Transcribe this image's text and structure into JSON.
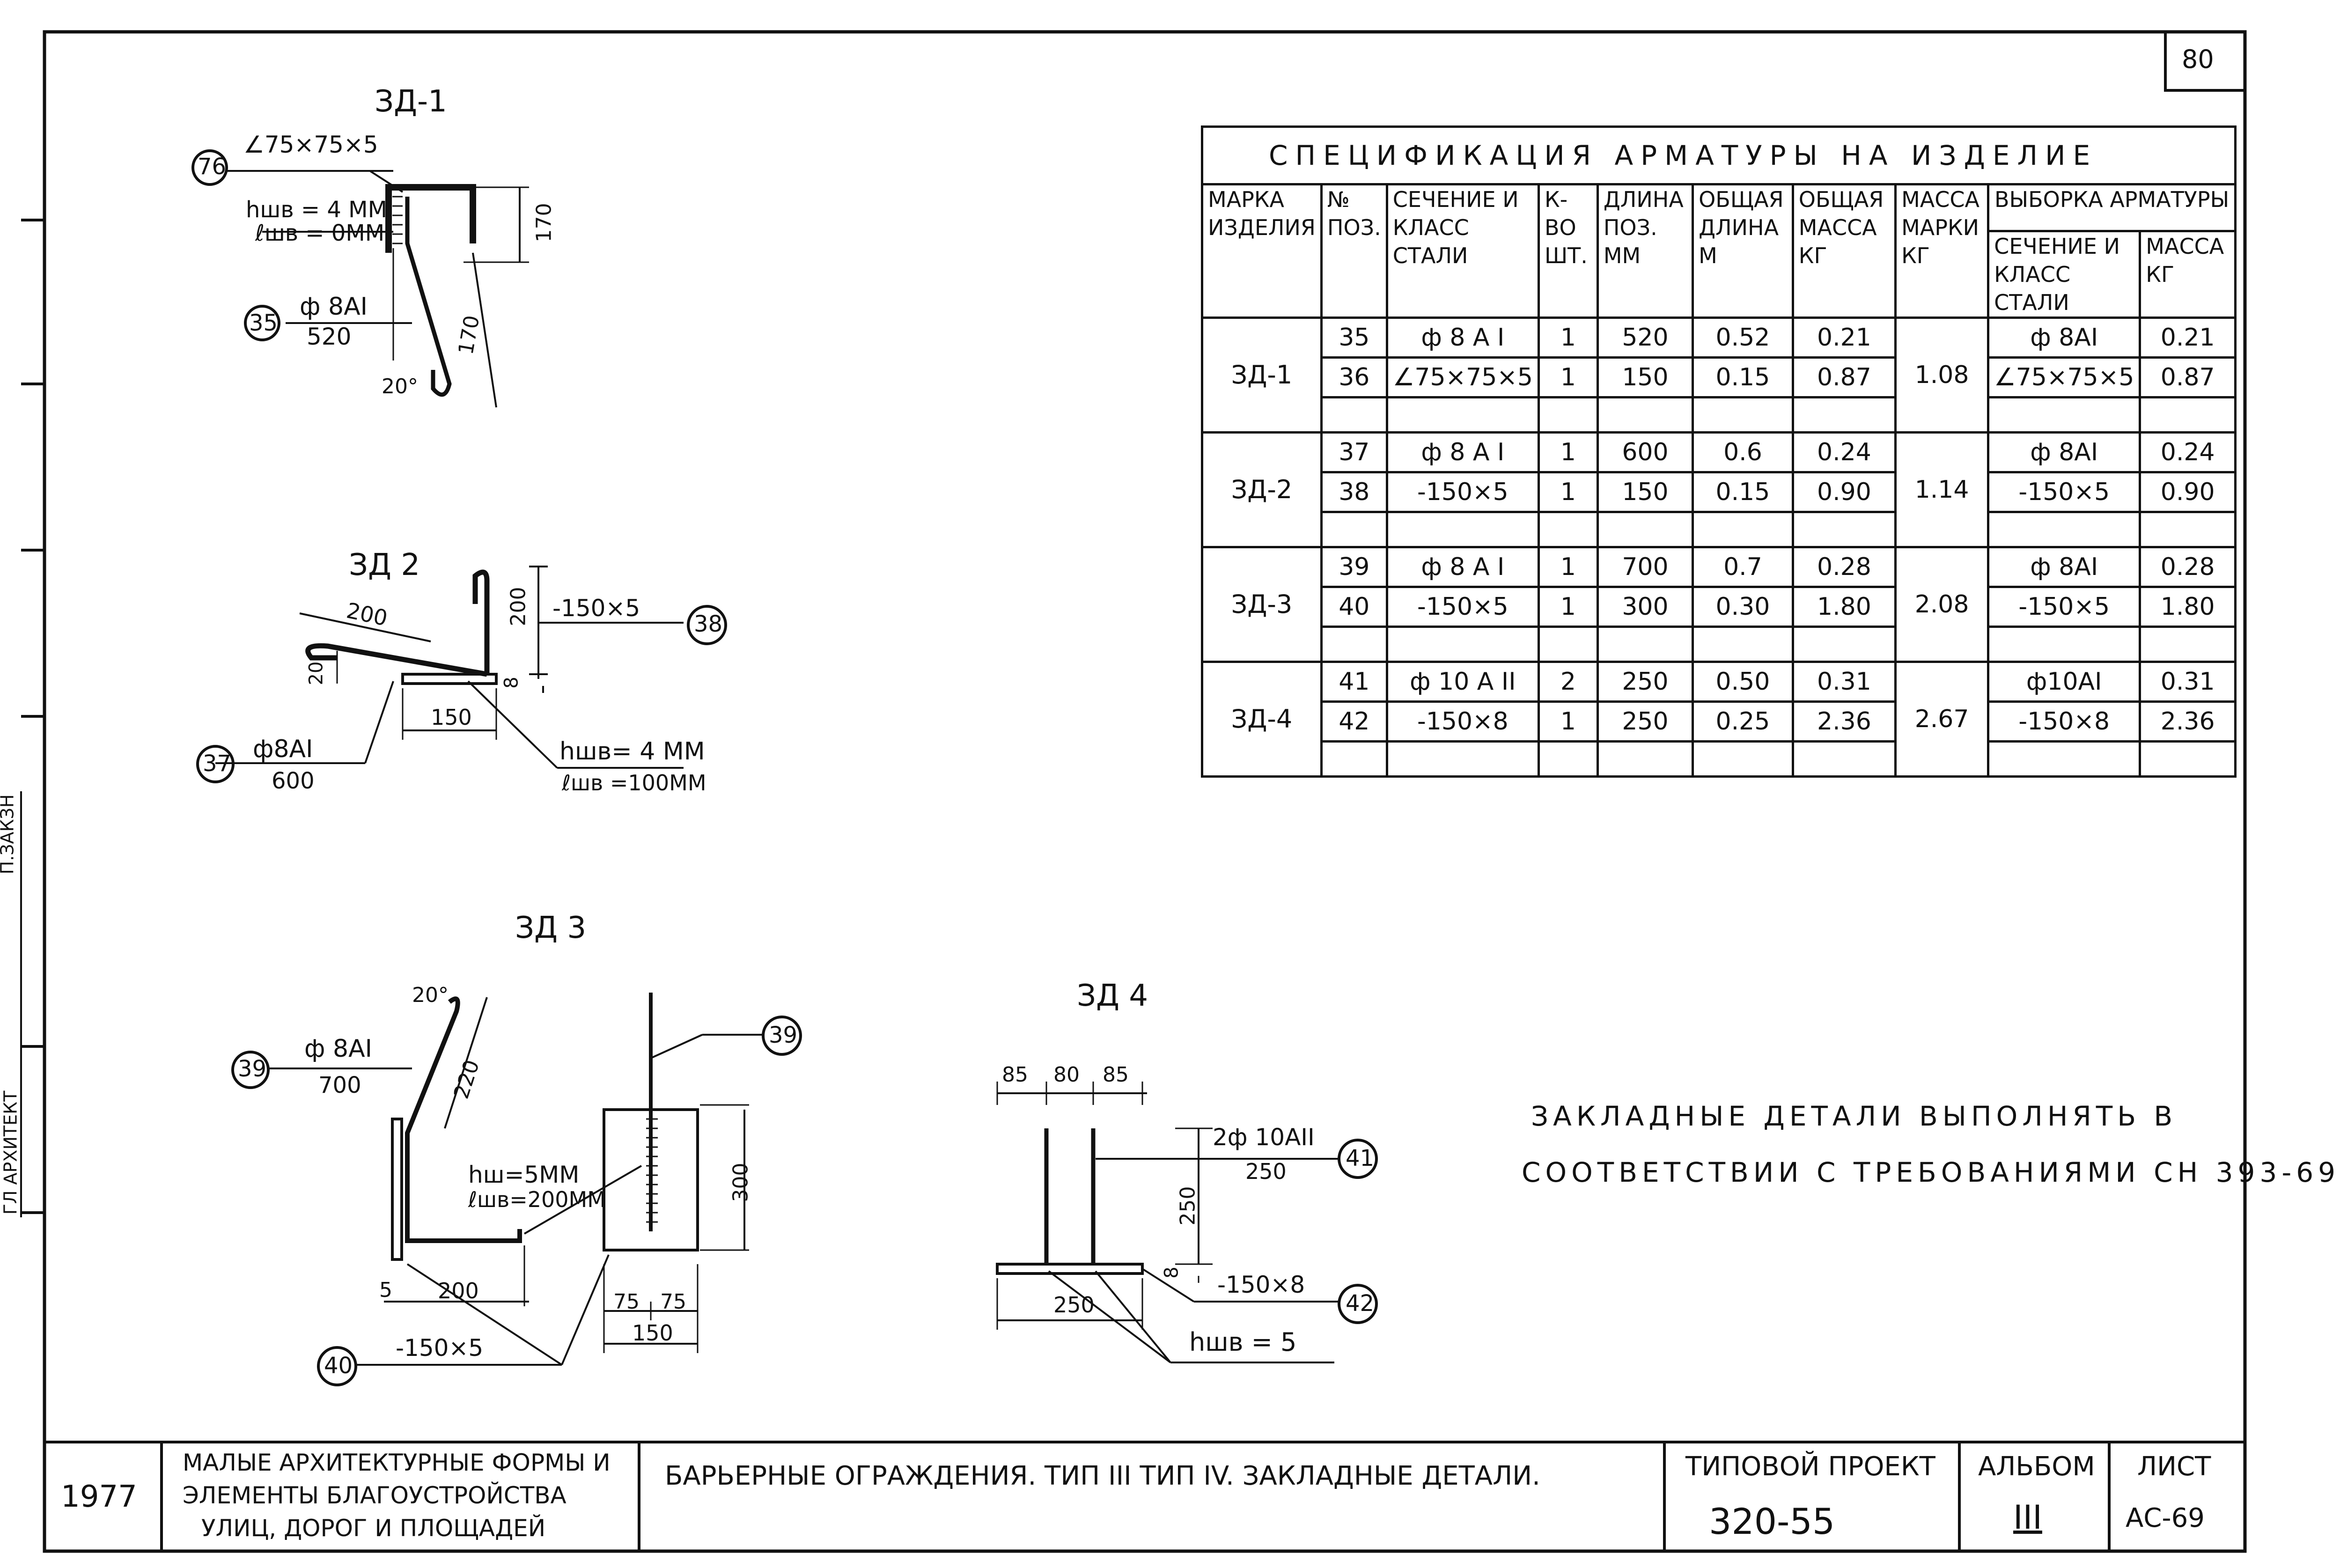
{
  "sheet_number": "80",
  "details": {
    "zd1": {
      "title": "ЗД-1",
      "callout_76": "76",
      "angle_label": "∠75×75×5",
      "weld_h": "hшв = 4 ММ",
      "weld_l": "ℓшв = 0ММ",
      "callout_35": "35",
      "bar_label": "ф 8АI",
      "bar_len": "520",
      "dim_170a": "170",
      "dim_170b": "170",
      "angle_deg": "20°"
    },
    "zd2": {
      "title": "ЗД 2",
      "dim_200a": "200",
      "dim_200b": "200",
      "dim_20": "20",
      "dim_150": "150",
      "dim_8": "8",
      "plate_label": "-150×5",
      "callout_38": "38",
      "callout_37": "37",
      "bar_label": "ф8АI",
      "bar_len": "600",
      "weld_h": "hшв= 4 ММ",
      "weld_l": "ℓшв =100ММ"
    },
    "zd3": {
      "title": "ЗД 3",
      "angle_deg": "20°",
      "callout_39a": "39",
      "bar_label": "ф 8АI",
      "bar_len": "700",
      "dim_220": "220",
      "weld_h": "hш=5ММ",
      "weld_l": "ℓшв=200ММ",
      "dim_5": "5",
      "dim_200": "200",
      "plate_label": "-150×5",
      "callout_40": "40",
      "callout_39b": "39",
      "dim_300": "300",
      "dim_75a": "75",
      "dim_75b": "75",
      "dim_150": "150"
    },
    "zd4": {
      "title": "ЗД 4",
      "dim_85a": "85",
      "dim_80": "80",
      "dim_85b": "85",
      "bar_label": "2ф 10АII",
      "bar_len": "250",
      "callout_41": "41",
      "dim_250v": "250",
      "dim_8": "8",
      "plate_label": "-150×8",
      "callout_42": "42",
      "dim_250": "250",
      "weld_h": "hшв = 5"
    }
  },
  "spec_table": {
    "title": "СПЕЦИФИКАЦИЯ АРМАТУРЫ НА ИЗДЕЛИЕ",
    "headers": {
      "mark": "МАРКА ИЗДЕЛИЯ",
      "pos": "№ ПОЗ.",
      "section": "СЕЧЕНИЕ И КЛАСС СТАЛИ",
      "qty": "К-ВО ШТ.",
      "length": "ДЛИНА ПОЗ. ММ",
      "total_length": "ОБЩАЯ ДЛИНА М",
      "total_mass": "ОБЩАЯ МАССА КГ",
      "mark_mass": "МАССА МАРКИ КГ",
      "selection": "ВЫБОРКА АРМАТУРЫ",
      "sel_section": "СЕЧЕНИЕ И КЛАСС СТАЛИ",
      "sel_mass": "МАССА КГ"
    },
    "groups": [
      {
        "mark": "ЗД-1",
        "mass": "1.08",
        "rows": [
          {
            "pos": "35",
            "section": "ф 8 А I",
            "qty": "1",
            "len": "520",
            "tlen": "0.52",
            "tmass": "0.21",
            "sel_section": "ф 8АI",
            "sel_mass": "0.21"
          },
          {
            "pos": "36",
            "section": "∠75×75×5",
            "qty": "1",
            "len": "150",
            "tlen": "0.15",
            "tmass": "0.87",
            "sel_section": "∠75×75×5",
            "sel_mass": "0.87"
          }
        ]
      },
      {
        "mark": "ЗД-2",
        "mass": "1.14",
        "rows": [
          {
            "pos": "37",
            "section": "ф 8 А I",
            "qty": "1",
            "len": "600",
            "tlen": "0.6",
            "tmass": "0.24",
            "sel_section": "ф 8АI",
            "sel_mass": "0.24"
          },
          {
            "pos": "38",
            "section": "-150×5",
            "qty": "1",
            "len": "150",
            "tlen": "0.15",
            "tmass": "0.90",
            "sel_section": "-150×5",
            "sel_mass": "0.90"
          }
        ]
      },
      {
        "mark": "ЗД-3",
        "mass": "2.08",
        "rows": [
          {
            "pos": "39",
            "section": "ф 8 А I",
            "qty": "1",
            "len": "700",
            "tlen": "0.7",
            "tmass": "0.28",
            "sel_section": "ф 8АI",
            "sel_mass": "0.28"
          },
          {
            "pos": "40",
            "section": "-150×5",
            "qty": "1",
            "len": "300",
            "tlen": "0.30",
            "tmass": "1.80",
            "sel_section": "-150×5",
            "sel_mass": "1.80"
          }
        ]
      },
      {
        "mark": "ЗД-4",
        "mass": "2.67",
        "rows": [
          {
            "pos": "41",
            "section": "ф 10 А II",
            "qty": "2",
            "len": "250",
            "tlen": "0.50",
            "tmass": "0.31",
            "sel_section": "ф10АI",
            "sel_mass": "0.31"
          },
          {
            "pos": "42",
            "section": "-150×8",
            "qty": "1",
            "len": "250",
            "tlen": "0.25",
            "tmass": "2.36",
            "sel_section": "-150×8",
            "sel_mass": "2.36"
          }
        ]
      }
    ]
  },
  "note_line1": "ЗАКЛАДНЫЕ ДЕТАЛИ ВЫПОЛНЯТЬ В",
  "note_line2": "СООТВЕТСТВИИ С ТРЕБОВАНИЯМИ СН 393-69",
  "side_stamp": {
    "role": "ГЛ АРХИТЕКТ",
    "name": "П.ЗАКЗН"
  },
  "title_block": {
    "year": "1977",
    "subject_l1": "МАЛЫЕ АРХИТЕКТУРНЫЕ ФОРМЫ И",
    "subject_l2": "ЭЛЕМЕНТЫ БЛАГОУСТРОЙСТВА",
    "subject_l3": "УЛИЦ, ДОРОГ И ПЛОЩАДЕЙ",
    "sheet_title": "БАРЬЕРНЫЕ ОГРАЖДЕНИЯ. ТИП III ТИП IV. ЗАКЛАДНЫЕ ДЕТАЛИ.",
    "project_label": "ТИПОВОЙ ПРОЕКТ",
    "project_no": "320-55",
    "album_label": "АЛЬБОМ",
    "album_no": "III",
    "sheet_label": "ЛИСТ",
    "sheet_no": "АС-69"
  }
}
